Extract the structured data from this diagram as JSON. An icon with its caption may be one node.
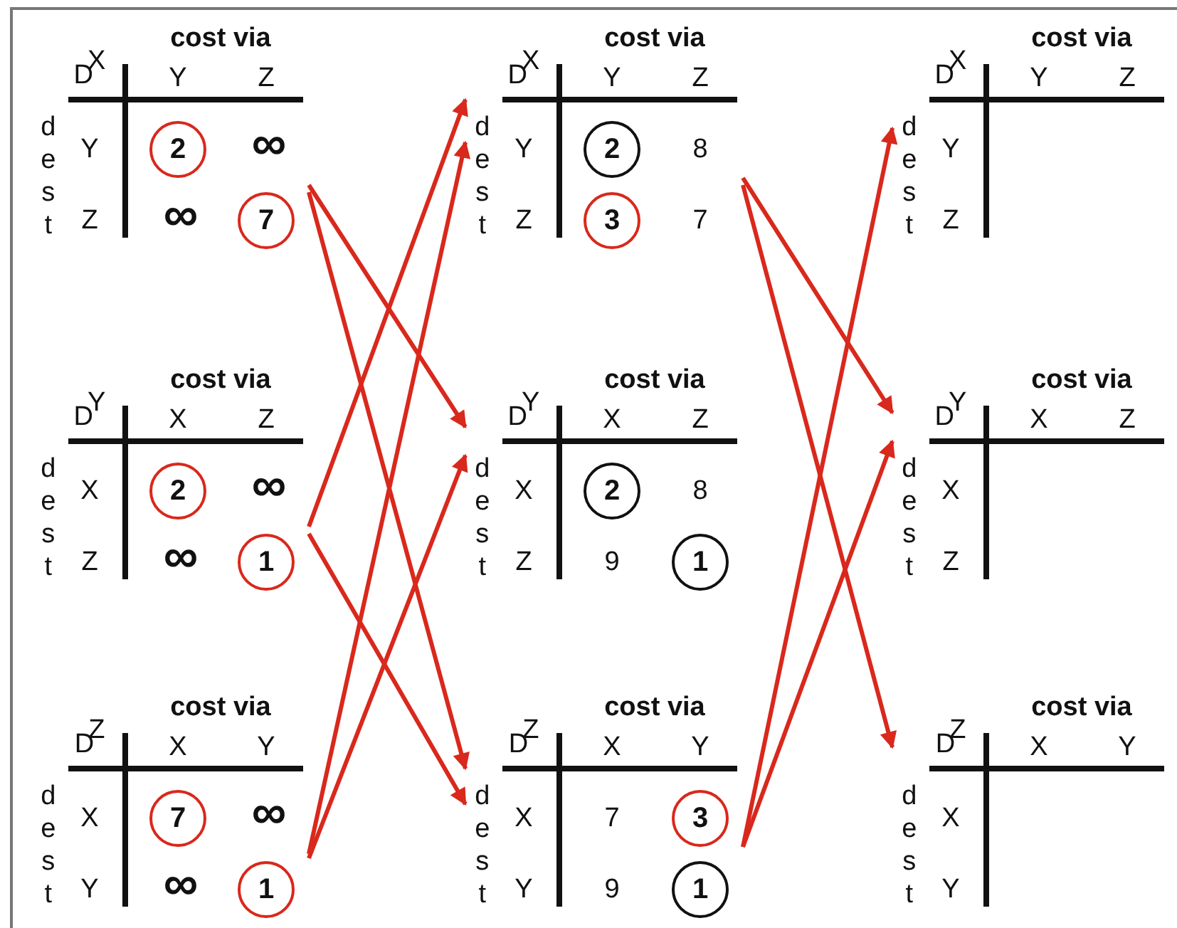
{
  "diagram": {
    "nodes": [
      {
        "text": [
          "D$^{X}$",
          "cost via",
          "Y",
          "Z",
          "dest",
          "Y",
          "Z",
          "∞",
          "∞"
        ]
      },
      {
        "text": [
          "2"
        ],
        "in": 0
      },
      {
        "text": [
          "7"
        ],
        "in": 0
      },
      {
        "text": [
          "D$^{X}$",
          "cost via",
          "Y",
          "Z",
          "dest",
          "Y",
          "Z",
          "8",
          "7"
        ]
      },
      {
        "text": [
          "2"
        ],
        "in": 3
      },
      {
        "text": [
          "3"
        ],
        "in": 3
      },
      {
        "text": [
          "D$^{X}$",
          "cost via",
          "Y",
          "Z",
          "dest",
          "Y",
          "Z"
        ]
      },
      {
        "text": [
          "D$^{Y}$",
          "cost via",
          "X",
          "Z",
          "dest",
          "X",
          "Z",
          "∞",
          "∞"
        ]
      },
      {
        "text": [
          "2"
        ],
        "in": 7
      },
      {
        "text": [
          "1"
        ],
        "in": 7
      },
      {
        "text": [
          "D$^{Y}$",
          "cost via",
          "X",
          "Z",
          "dest",
          "X",
          "Z",
          "8",
          "9"
        ]
      },
      {
        "text": [
          "2"
        ],
        "in": 10
      },
      {
        "text": [
          "1"
        ],
        "in": 10
      },
      {
        "text": [
          "D$^{Y}$",
          "cost via",
          "X",
          "Z",
          "dest",
          "X",
          "Z"
        ]
      },
      {
        "text": [
          "D$^{Z}$",
          "cost via",
          "X",
          "Y",
          "dest",
          "X",
          "Y",
          "∞",
          "∞"
        ]
      },
      {
        "text": [
          "7"
        ],
        "in": 14
      },
      {
        "text": [
          "1"
        ],
        "in": 14
      },
      {
        "text": [
          "D$^{Z}$",
          "cost via",
          "X",
          "Y",
          "dest",
          "X",
          "Y",
          "7",
          "9"
        ]
      },
      {
        "text": [
          "3"
        ],
        "in": 17
      },
      {
        "text": [
          "1"
        ],
        "in": 17
      },
      {
        "text": [
          "D$^{Z}$",
          "cost via",
          "X",
          "Y",
          "dest",
          "X",
          "Y"
        ]
      }
    ],
    "edges": [
      {
        "from": 0,
        "to": 10,
        "arrow": "to"
      },
      {
        "from": 0,
        "to": 17,
        "arrow": "to"
      },
      {
        "from": 7,
        "to": 3,
        "arrow": "to"
      },
      {
        "from": 7,
        "to": 17,
        "arrow": "to"
      },
      {
        "from": 14,
        "to": 3,
        "arrow": "to"
      },
      {
        "from": 14,
        "to": 10,
        "arrow": "to"
      },
      {
        "from": 3,
        "to": 13,
        "arrow": "to"
      },
      {
        "from": 3,
        "to": 20,
        "arrow": "to"
      },
      {
        "from": 17,
        "to": 6,
        "arrow": "to"
      },
      {
        "from": 17,
        "to": 13,
        "arrow": "to"
      }
    ]
  }
}
